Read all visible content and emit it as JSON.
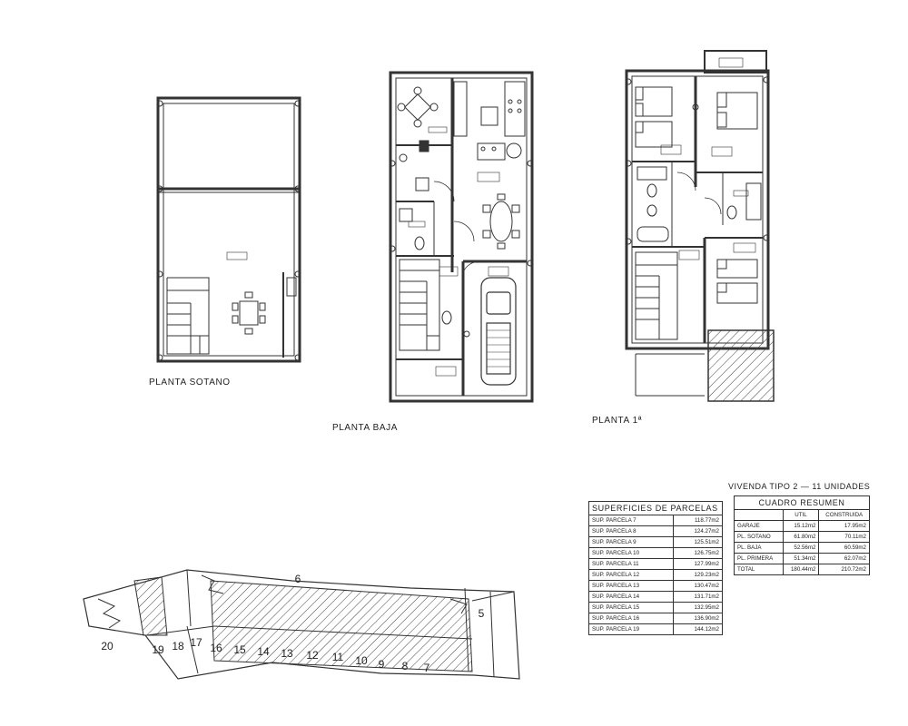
{
  "plans": {
    "sotano": "PLANTA SOTANO",
    "baja": "PLANTA BAJA",
    "primera": "PLANTA 1ª"
  },
  "parcel_numbers": [
    "20",
    "19",
    "18",
    "17",
    "16",
    "15",
    "14",
    "13",
    "12",
    "11",
    "10",
    "9",
    "8",
    "7",
    "6",
    "5"
  ],
  "superficies": {
    "title": "SUPERFICIES DE PARCELAS",
    "rows": [
      {
        "label": "SUP. PARCELA 7",
        "value": "118.77m2"
      },
      {
        "label": "SUP. PARCELA 8",
        "value": "124.27m2"
      },
      {
        "label": "SUP. PARCELA 9",
        "value": "125.51m2"
      },
      {
        "label": "SUP. PARCELA 10",
        "value": "126.75m2"
      },
      {
        "label": "SUP. PARCELA 11",
        "value": "127.99m2"
      },
      {
        "label": "SUP. PARCELA 12",
        "value": "129.23m2"
      },
      {
        "label": "SUP. PARCELA 13",
        "value": "130.47m2"
      },
      {
        "label": "SUP. PARCELA 14",
        "value": "131.71m2"
      },
      {
        "label": "SUP. PARCELA 15",
        "value": "132.95m2"
      },
      {
        "label": "SUP. PARCELA 16",
        "value": "136.90m2"
      },
      {
        "label": "SUP. PARCELA 19",
        "value": "144.12m2"
      }
    ]
  },
  "resumen": {
    "heading": "VIVENDA TIPO 2 — 11 UNIDADES",
    "title": "CUADRO RESUMEN",
    "col_util": "UTIL",
    "col_construida": "CONSTRUIDA",
    "rows": [
      {
        "label": "GARAJE",
        "util": "15.12m2",
        "construida": "17.95m2"
      },
      {
        "label": "PL. SOTANO",
        "util": "61.80m2",
        "construida": "70.11m2"
      },
      {
        "label": "PL. BAJA",
        "util": "52.56m2",
        "construida": "60.59m2"
      },
      {
        "label": "PL. PRIMERA",
        "util": "51.34m2",
        "construida": "62.07m2"
      },
      {
        "label": "TOTAL",
        "util": "180.44m2",
        "construida": "210.72m2"
      }
    ]
  }
}
